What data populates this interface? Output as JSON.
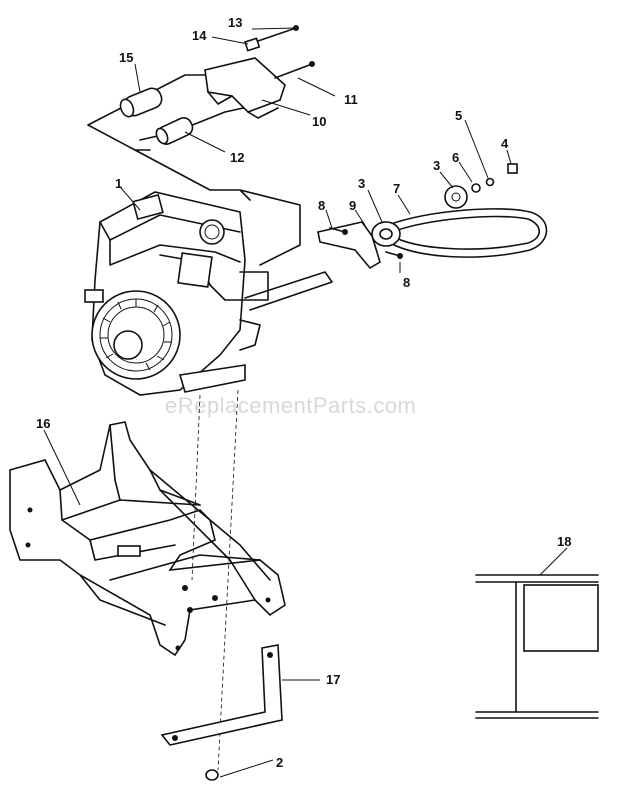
{
  "watermark": "eReplacementParts.com",
  "callouts": {
    "c1": "1",
    "c2": "2",
    "c3a": "3",
    "c3b": "3",
    "c4": "4",
    "c5": "5",
    "c6": "6",
    "c7": "7",
    "c8a": "8",
    "c8b": "8",
    "c9": "9",
    "c10": "10",
    "c11": "11",
    "c12": "12",
    "c13": "13",
    "c14": "14",
    "c15": "15",
    "c16": "16",
    "c17": "17",
    "c18": "18"
  }
}
